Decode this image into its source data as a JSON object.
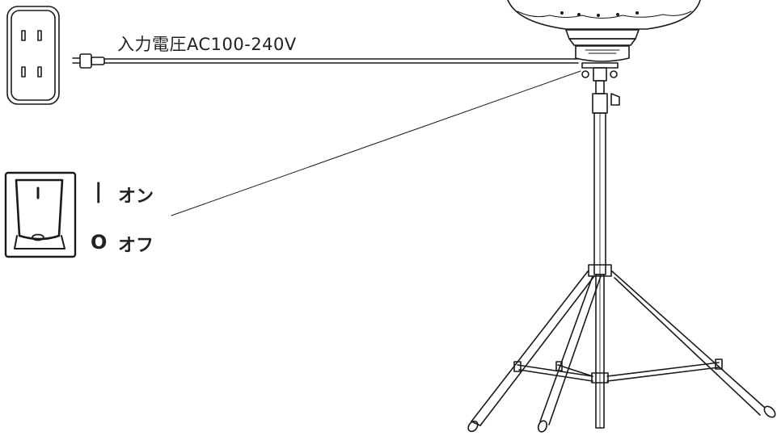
{
  "power": {
    "voltage_label": "入力電圧AC100-240V"
  },
  "switch": {
    "on_symbol": "|",
    "on_label": "オン",
    "off_symbol": "O",
    "off_label": "オフ"
  },
  "colors": {
    "line": "#1a1a1a",
    "background": "#ffffff"
  }
}
